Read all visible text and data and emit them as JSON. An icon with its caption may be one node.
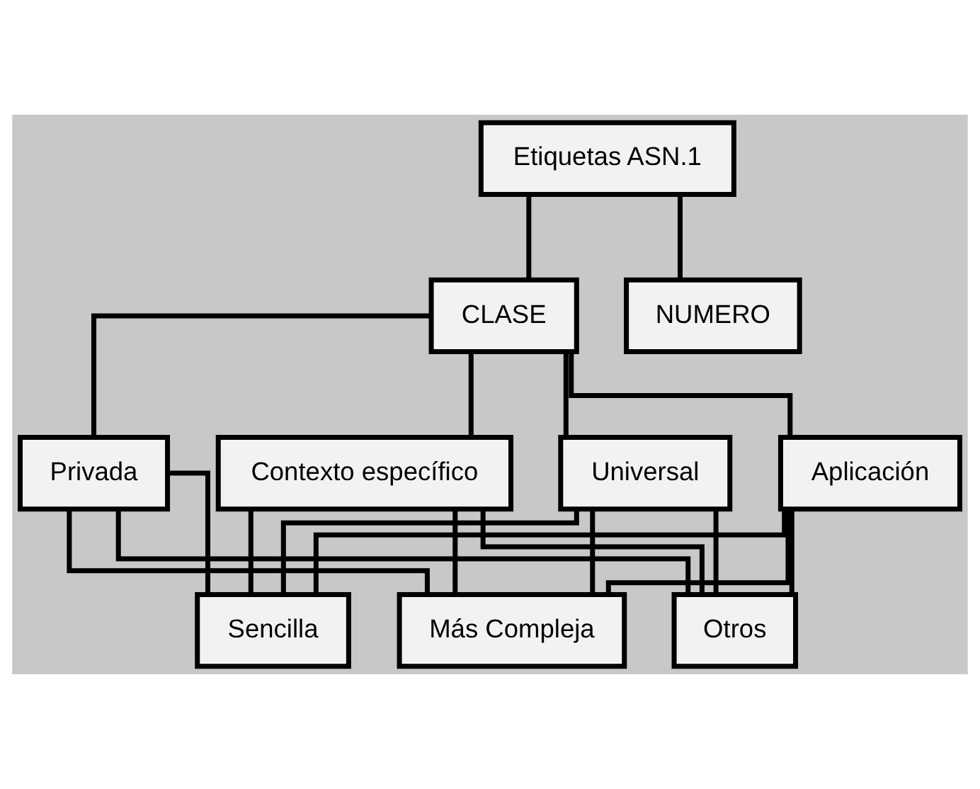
{
  "diagram": {
    "nodes": [
      {
        "text": [
          "Etiquetas ASN.1"
        ]
      },
      {
        "text": [
          "CLASE"
        ]
      },
      {
        "text": [
          "NUMERO"
        ]
      },
      {
        "text": [
          "Universal"
        ]
      },
      {
        "text": [
          "Aplicación"
        ]
      },
      {
        "text": [
          "Privada"
        ]
      },
      {
        "text": [
          "Contexto específico"
        ]
      },
      {
        "text": [
          "Sencilla"
        ]
      },
      {
        "text": [
          "Más Compleja"
        ]
      },
      {
        "text": [
          "Otros"
        ]
      }
    ],
    "edges": [
      {
        "from": 0,
        "to": 1,
        "arrow": "none"
      },
      {
        "from": 0,
        "to": 2,
        "arrow": "none"
      },
      {
        "from": 1,
        "to": 3,
        "arrow": "none"
      },
      {
        "from": 1,
        "to": 4,
        "arrow": "none"
      },
      {
        "from": 1,
        "to": 5,
        "arrow": "none"
      },
      {
        "from": 1,
        "to": 6,
        "arrow": "none"
      },
      {
        "from": 3,
        "to": 7,
        "arrow": "none"
      },
      {
        "from": 3,
        "to": 8,
        "arrow": "none"
      },
      {
        "from": 3,
        "to": 9,
        "arrow": "none"
      },
      {
        "from": 4,
        "to": 7,
        "arrow": "none"
      },
      {
        "from": 4,
        "to": 8,
        "arrow": "none"
      },
      {
        "from": 4,
        "to": 9,
        "arrow": "none"
      },
      {
        "from": 5,
        "to": 7,
        "arrow": "none"
      },
      {
        "from": 5,
        "to": 8,
        "arrow": "none"
      },
      {
        "from": 5,
        "to": 9,
        "arrow": "none"
      },
      {
        "from": 6,
        "to": 7,
        "arrow": "none"
      },
      {
        "from": 6,
        "to": 8,
        "arrow": "none"
      },
      {
        "from": 6,
        "to": 9,
        "arrow": "none"
      }
    ]
  }
}
